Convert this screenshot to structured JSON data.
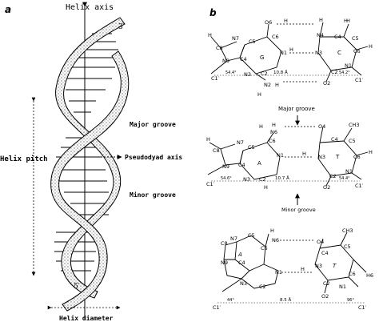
{
  "panel_a": {
    "label": "a",
    "helix_axis": "Helix axis",
    "strand_top": "3′",
    "strand_bottom": "5′",
    "helix_pitch": "Helix pitch",
    "major_groove": "Major groove",
    "pseudodyad_axis": "Pseudodyad axis",
    "minor_groove": "Minor groove",
    "helix_diameter": "Helix diameter"
  },
  "panel_b": {
    "label": "b",
    "major_groove": "Major groove",
    "minor_groove": "Minor groove",
    "gc_pair": {
      "ring_labels": {
        "g": "G",
        "c": "C"
      },
      "atoms": {
        "o6": "O6",
        "h_o6": "H",
        "n4": "N4",
        "h_n4a": "H",
        "h_n4b": "H",
        "n7": "N7",
        "c5": "C5",
        "c6": "C6",
        "h8": "H",
        "c8": "C8",
        "n9": "N9",
        "c4": "C4",
        "n1": "N1",
        "h_n1": "H",
        "n3": "N3",
        "n3g": "N3",
        "c2": "C2",
        "n2": "N2",
        "h_n2a": "H",
        "h_n2b": "H",
        "c1l": "C1′",
        "c4c": "C4",
        "c5c": "C5",
        "h5": "H",
        "c6c": "C6",
        "h6": "H",
        "n3c": "N3",
        "n1c": "N1",
        "c2c": "C2",
        "o2": "O2",
        "c1r": "C1′"
      },
      "distance": "10.8 Å",
      "angle_left": "54.4°",
      "angle_right": "54.2°"
    },
    "at_pair_middle": {
      "ring_labels": {
        "a": "A",
        "t": "T"
      },
      "atoms": {
        "h_n6a": "H",
        "n6": "N6",
        "h_n6b": "H",
        "o4": "O4",
        "ch3": "CH3",
        "n7": "N7",
        "c5": "C5",
        "c6": "C6",
        "h8": "H",
        "c8": "C8",
        "n9": "N9",
        "c4": "C4",
        "n1": "N1",
        "h_n3": "H",
        "n3t": "N3",
        "c4t": "C4",
        "c5t": "C5",
        "c6t": "C6",
        "h6t": "H",
        "n3a": "N3",
        "c2a": "C2",
        "h2": "H",
        "c1l": "C1′",
        "c2t": "C2",
        "n1t": "N1",
        "o2": "O2",
        "c1r": "C1′"
      },
      "distance": "10.7 Å",
      "angle_left": "54.6°",
      "angle_right": "54.4°"
    },
    "at_pair_bottom": {
      "ring_labels": {
        "a": "A",
        "t": "T"
      },
      "atoms": {
        "h_n6": "H",
        "n6": "N6",
        "o4": "O4",
        "c5": "C5",
        "c6": "C6",
        "c8": "C8",
        "n7": "N7",
        "n9": "N9",
        "c4": "C4",
        "n3": "N3",
        "n1": "N1",
        "h_n3": "H",
        "n3t": "N3",
        "c4t": "C4",
        "c5t": "C5",
        "c6t": "C6",
        "h6t": "H6",
        "c2a": "C2",
        "c1l": "C1′",
        "c2t": "C2",
        "n1t": "N1",
        "o2": "O2",
        "c1r": "C1′",
        "ch3": "CH3"
      },
      "distance": "8.5 Å",
      "angle_left": "44°",
      "angle_right": "96°"
    }
  }
}
